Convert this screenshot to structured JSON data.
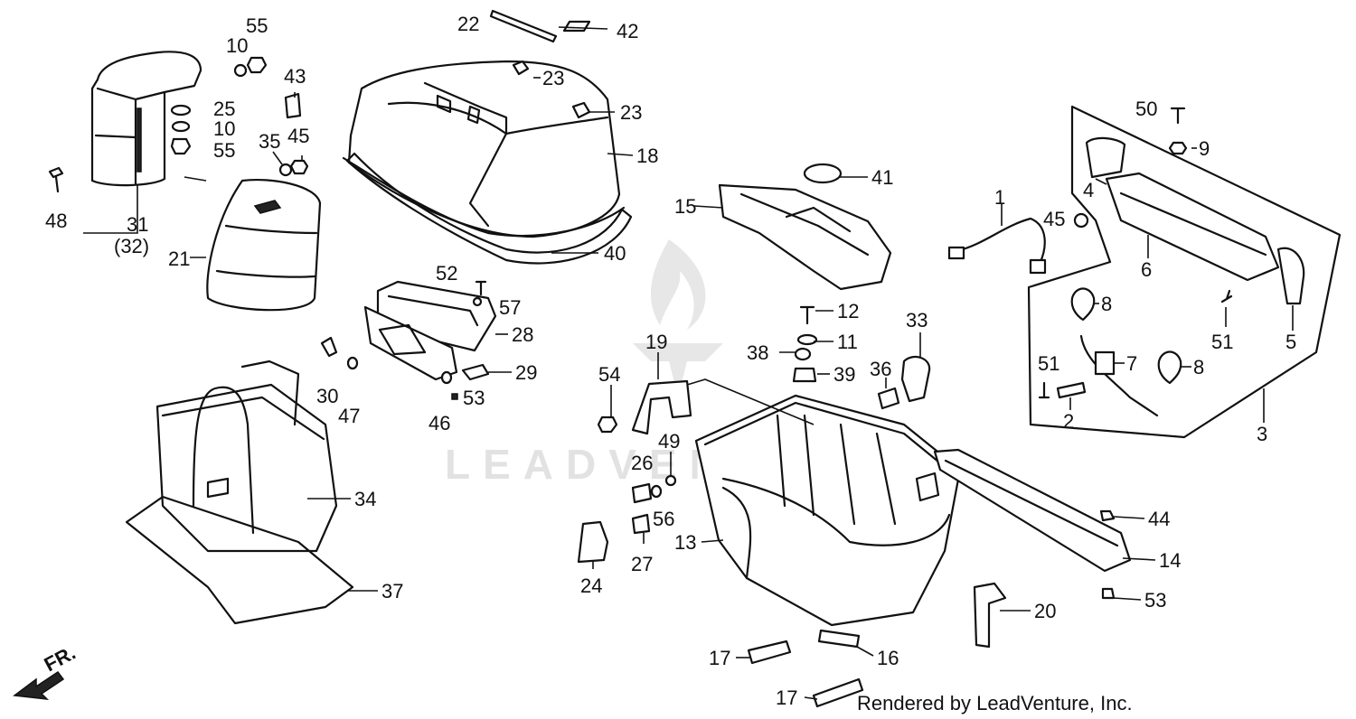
{
  "watermark": "LEADVENTURE",
  "credit": "Rendered by LeadVenture, Inc.",
  "direction": "FR.",
  "labels": [
    "55",
    "10",
    "25",
    "10",
    "55",
    "43",
    "35",
    "45",
    "48",
    "31",
    "(32)",
    "21",
    "22",
    "42",
    "23",
    "23",
    "18",
    "40",
    "52",
    "57",
    "28",
    "29",
    "30",
    "47",
    "46",
    "53",
    "34",
    "37",
    "15",
    "41",
    "1",
    "45",
    "12",
    "11",
    "38",
    "39",
    "33",
    "36",
    "19",
    "54",
    "49",
    "26",
    "56",
    "27",
    "24",
    "13",
    "14",
    "44",
    "53",
    "20",
    "17",
    "16",
    "17",
    "50",
    "9",
    "4",
    "6",
    "51",
    "5",
    "8",
    "7",
    "8",
    "51",
    "2",
    "3"
  ]
}
